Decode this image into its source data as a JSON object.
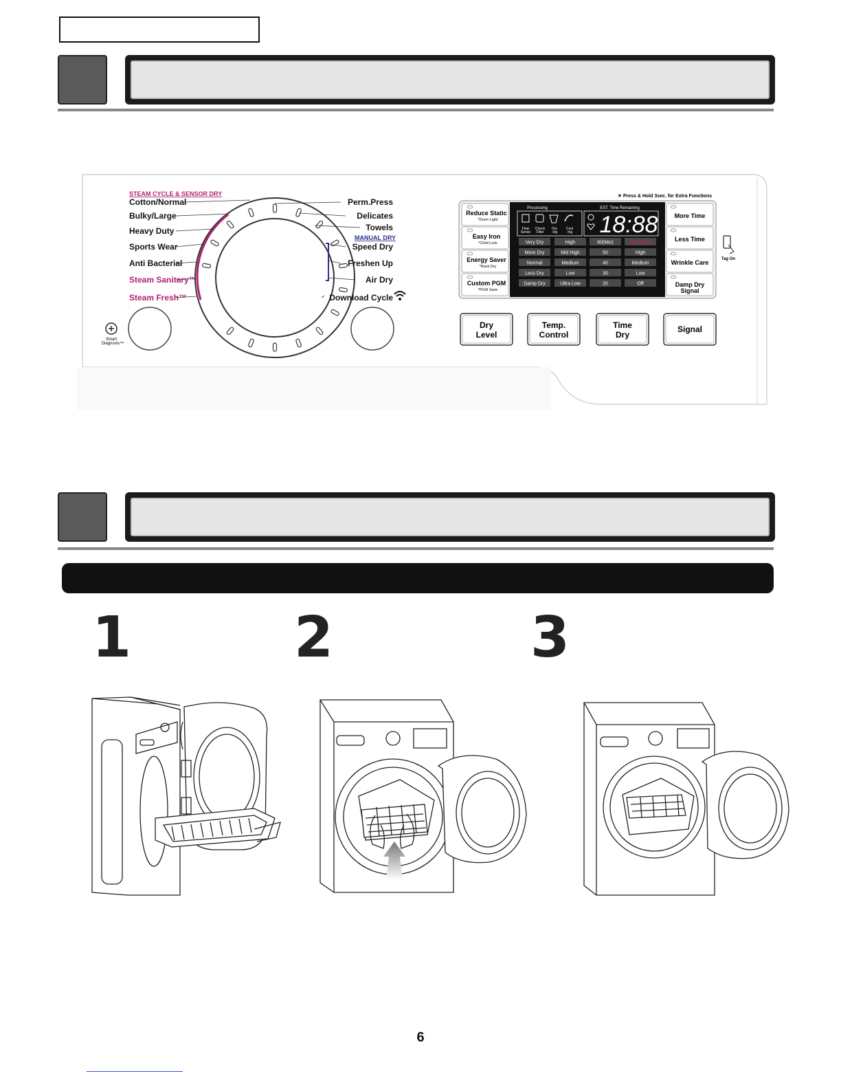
{
  "panel": {
    "steam_header": "STEAM CYCLE & SENSOR DRY",
    "manual_header": "MANUAL DRY",
    "press_hold_note": "✶ Press & Hold 3sec. for Extra Functions",
    "left_cycles": [
      "Cotton/Normal",
      "Bulky/Large",
      "Heavy Duty",
      "Sports Wear",
      "Anti Bacterial",
      "Steam Sanitary™",
      "Steam Fresh™"
    ],
    "right_cycles": [
      "Perm.Press",
      "Delicates",
      "Towels",
      "Speed Dry",
      "Freshen Up",
      "Air Dry",
      "Download Cycle"
    ],
    "smart_diagnosis": [
      "Smart",
      "Diagnosis™"
    ],
    "left_buttons": [
      {
        "label": "Reduce Static",
        "sub": "*Drum Light"
      },
      {
        "label": "Easy Iron",
        "sub": "*Child Lock"
      },
      {
        "label": "Energy Saver",
        "sub": "*Rack Dry"
      },
      {
        "label": "Custom PGM",
        "sub": "*PGM Save"
      }
    ],
    "right_buttons": [
      "More Time",
      "Less Time",
      "Wrinkle Care",
      "Damp Dry Signal"
    ],
    "tag_on": "Tag On",
    "display": {
      "processing": "Processing",
      "est_time": "EST. Time Remaining",
      "digits": "18:88",
      "status_icons": [
        "Flow Sense",
        "Check Filter",
        "Dry -ing",
        "Cool -ing"
      ],
      "grid": [
        [
          "Very Dry",
          "High",
          "60(Min)",
          "Add Water"
        ],
        [
          "More Dry",
          "Mid High",
          "50",
          "High"
        ],
        [
          "Normal",
          "Medium",
          "40",
          "Medium"
        ],
        [
          "Less Dry",
          "Low",
          "30",
          "Low"
        ],
        [
          "Damp Dry",
          "Ultra Low",
          "20",
          "Off"
        ]
      ]
    },
    "bottom_buttons": [
      [
        "Dry",
        "Level"
      ],
      [
        "Temp.",
        "Control"
      ],
      [
        "Time",
        "Dry"
      ],
      [
        "Signal"
      ]
    ]
  },
  "steps": [
    "1",
    "2",
    "3"
  ],
  "page_number": "6",
  "colors": {
    "steam": "#b0226e",
    "manual": "#2b2f8f",
    "add_water": "#d0245e",
    "display_bg": "#111111"
  }
}
